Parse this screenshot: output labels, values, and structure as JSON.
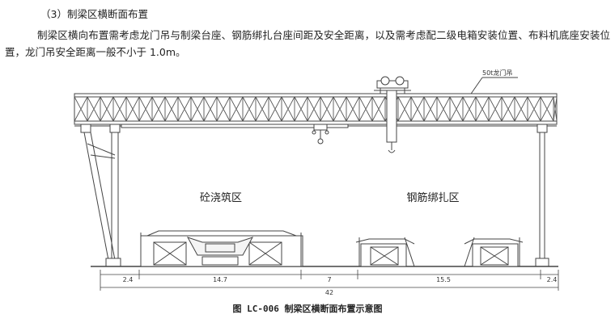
{
  "section": {
    "heading": "（3）制梁区横断面布置",
    "paragraph": "制梁区横向布置需考虑龙门吊与制梁台座、钢筋绑扎台座间距及安全距离，以及需考虑配二级电箱安装位置、布料机底座安装位置，龙门吊安全距离一般不小于 1.0m。"
  },
  "figure": {
    "crane_label": "50t龙门吊",
    "zone_pour": "砼浇筑区",
    "zone_rebar": "钢筋绑扎区",
    "dims": [
      "2.4",
      "14.7",
      "7",
      "15.5",
      "2.4"
    ],
    "total": "42",
    "caption": "图 LC-006 制梁区横断面布置示意图"
  }
}
